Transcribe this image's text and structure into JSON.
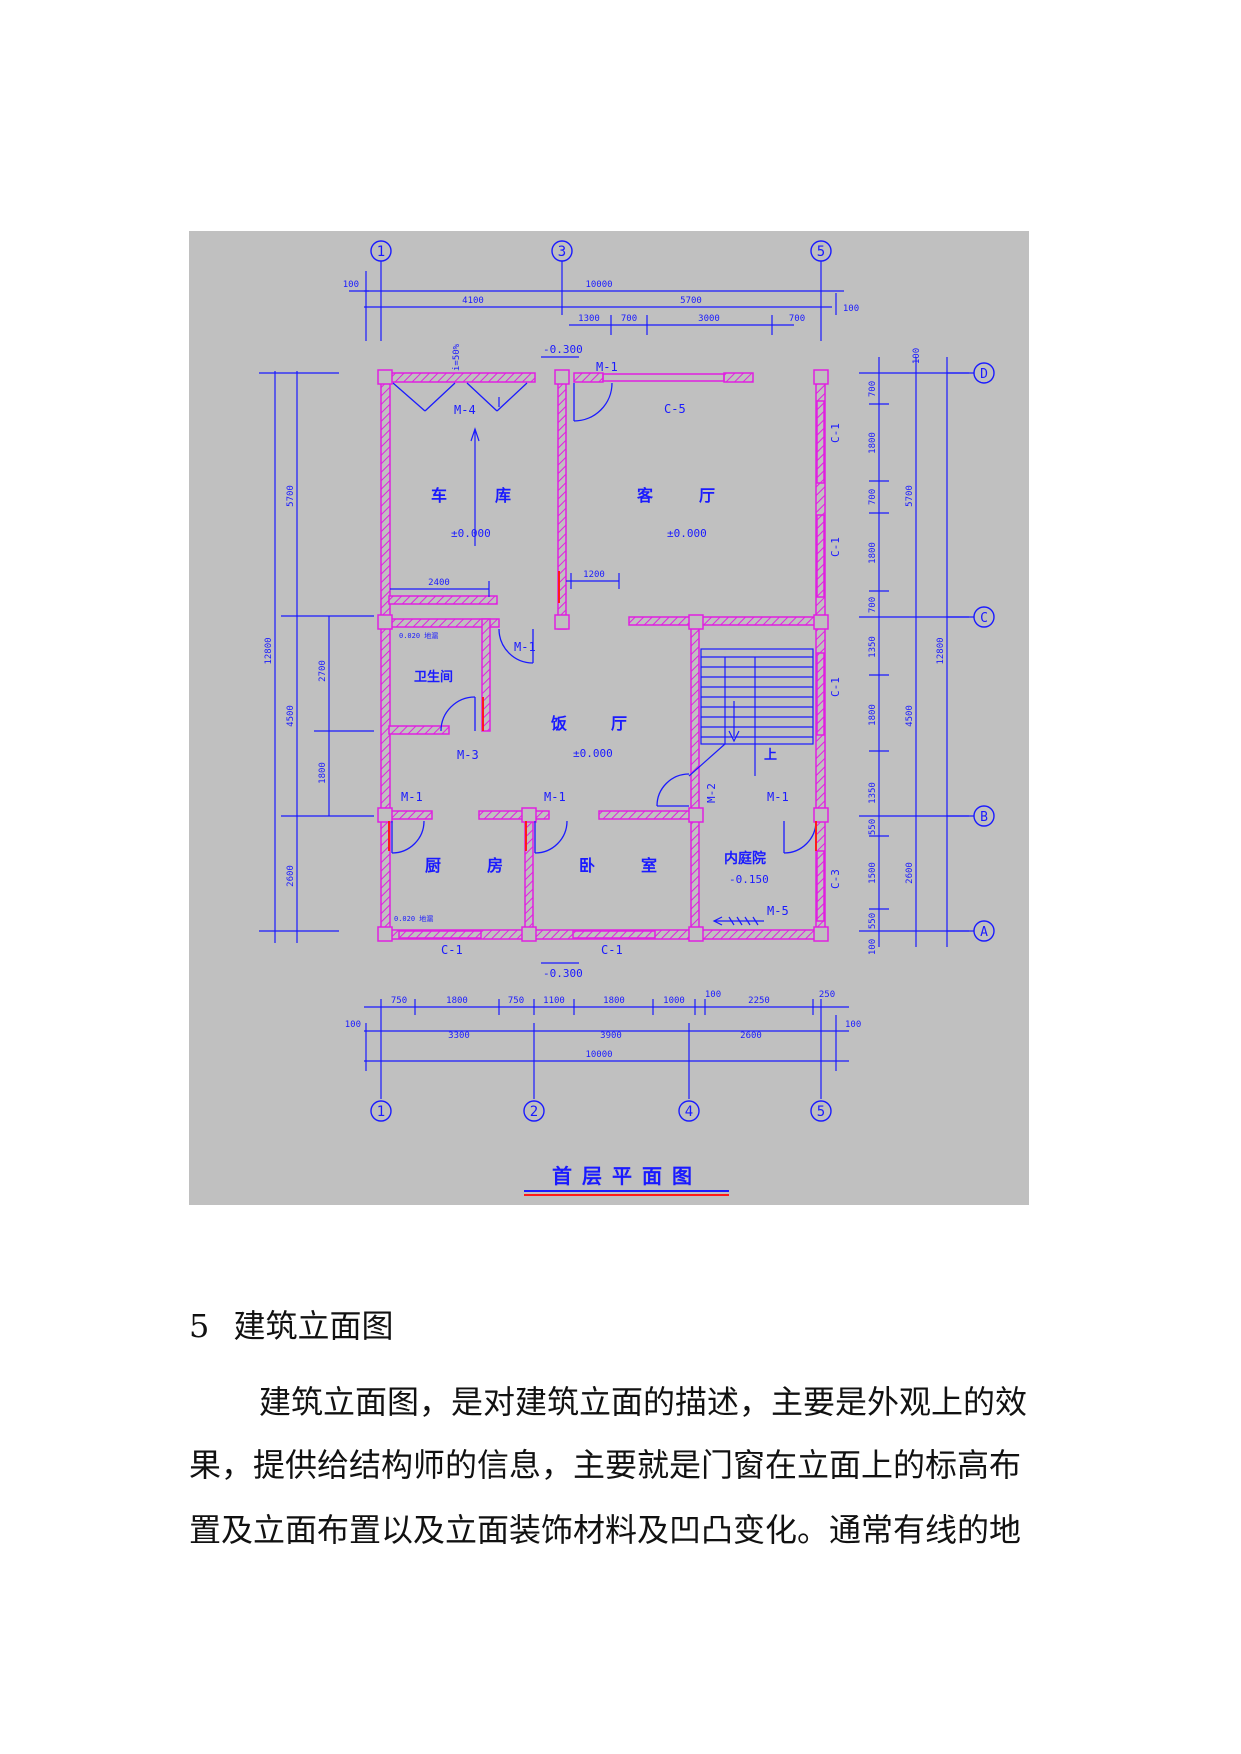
{
  "figure": {
    "title": "首层平面图",
    "axis_top": [
      "1",
      "3",
      "5"
    ],
    "axis_bottom": [
      "1",
      "2",
      "4",
      "5"
    ],
    "axis_right": [
      "D",
      "C",
      "B",
      "A"
    ],
    "rooms": {
      "garage": [
        "车",
        "库"
      ],
      "living": [
        "客",
        "厅"
      ],
      "dining": [
        "饭",
        "厅"
      ],
      "kitchen": [
        "厨",
        "房"
      ],
      "bedroom": [
        "卧",
        "室"
      ],
      "courtyard": "内庭院",
      "bathroom": "卫生间",
      "stair_up": "上"
    },
    "elevations": {
      "garage": "±0.000",
      "living": "±0.000",
      "dining": "±0.000",
      "court": "-0.150",
      "top": "-0.300",
      "bottom": "-0.300"
    },
    "door_labels": {
      "m1": "M-1",
      "m2": "M-2",
      "m3": "M-3",
      "m4": "M-4",
      "m5": "M-5"
    },
    "window_labels": {
      "c1": "C-1",
      "c3": "C-3",
      "c5": "C-5"
    },
    "notes": {
      "ramp": "i=50%",
      "floor_drain_1": "0.020 地漏",
      "floor_drain_2": "0.020 地漏"
    },
    "dims_top": {
      "overall": "10000",
      "left_100": "100",
      "span_4100": "4100",
      "span_5700": "5700",
      "right_100": "100",
      "d1300": "1300",
      "d700a": "700",
      "d3000": "3000",
      "d700b": "700"
    },
    "dims_bottom": {
      "seg": [
        "750",
        "1800",
        "750",
        "1100",
        "1800",
        "1000",
        "100",
        "2250",
        "250"
      ],
      "left_100": "100",
      "s3300": "3300",
      "s3900": "3900",
      "s2600": "2600",
      "right_100": "100",
      "overall": "10000"
    },
    "dims_left": {
      "d5700": "5700",
      "d12800": "12800",
      "d4500": "4500",
      "d2700": "2700",
      "d1800": "1800",
      "d2600": "2600"
    },
    "dims_right": {
      "seg": [
        "100",
        "700",
        "1800",
        "700",
        "1800",
        "700",
        "1350",
        "1800",
        "1350",
        "550",
        "1500",
        "550",
        "100"
      ],
      "d5700": "5700",
      "d4500": "4500",
      "d2600": "2600",
      "d12800": "12800"
    },
    "internal_dims": {
      "d2400": "2400",
      "d1200": "1200"
    }
  },
  "section": {
    "number": "5",
    "title": "建筑立面图"
  },
  "body": {
    "line1": "建筑立面图，是对建筑立面的描述，主要是外观上的效",
    "line2": "果，提供给结构师的信息，主要就是门窗在立面上的标高布",
    "line3": "置及立面布置以及立面装饰材料及凹凸变化。通常有线的地"
  }
}
